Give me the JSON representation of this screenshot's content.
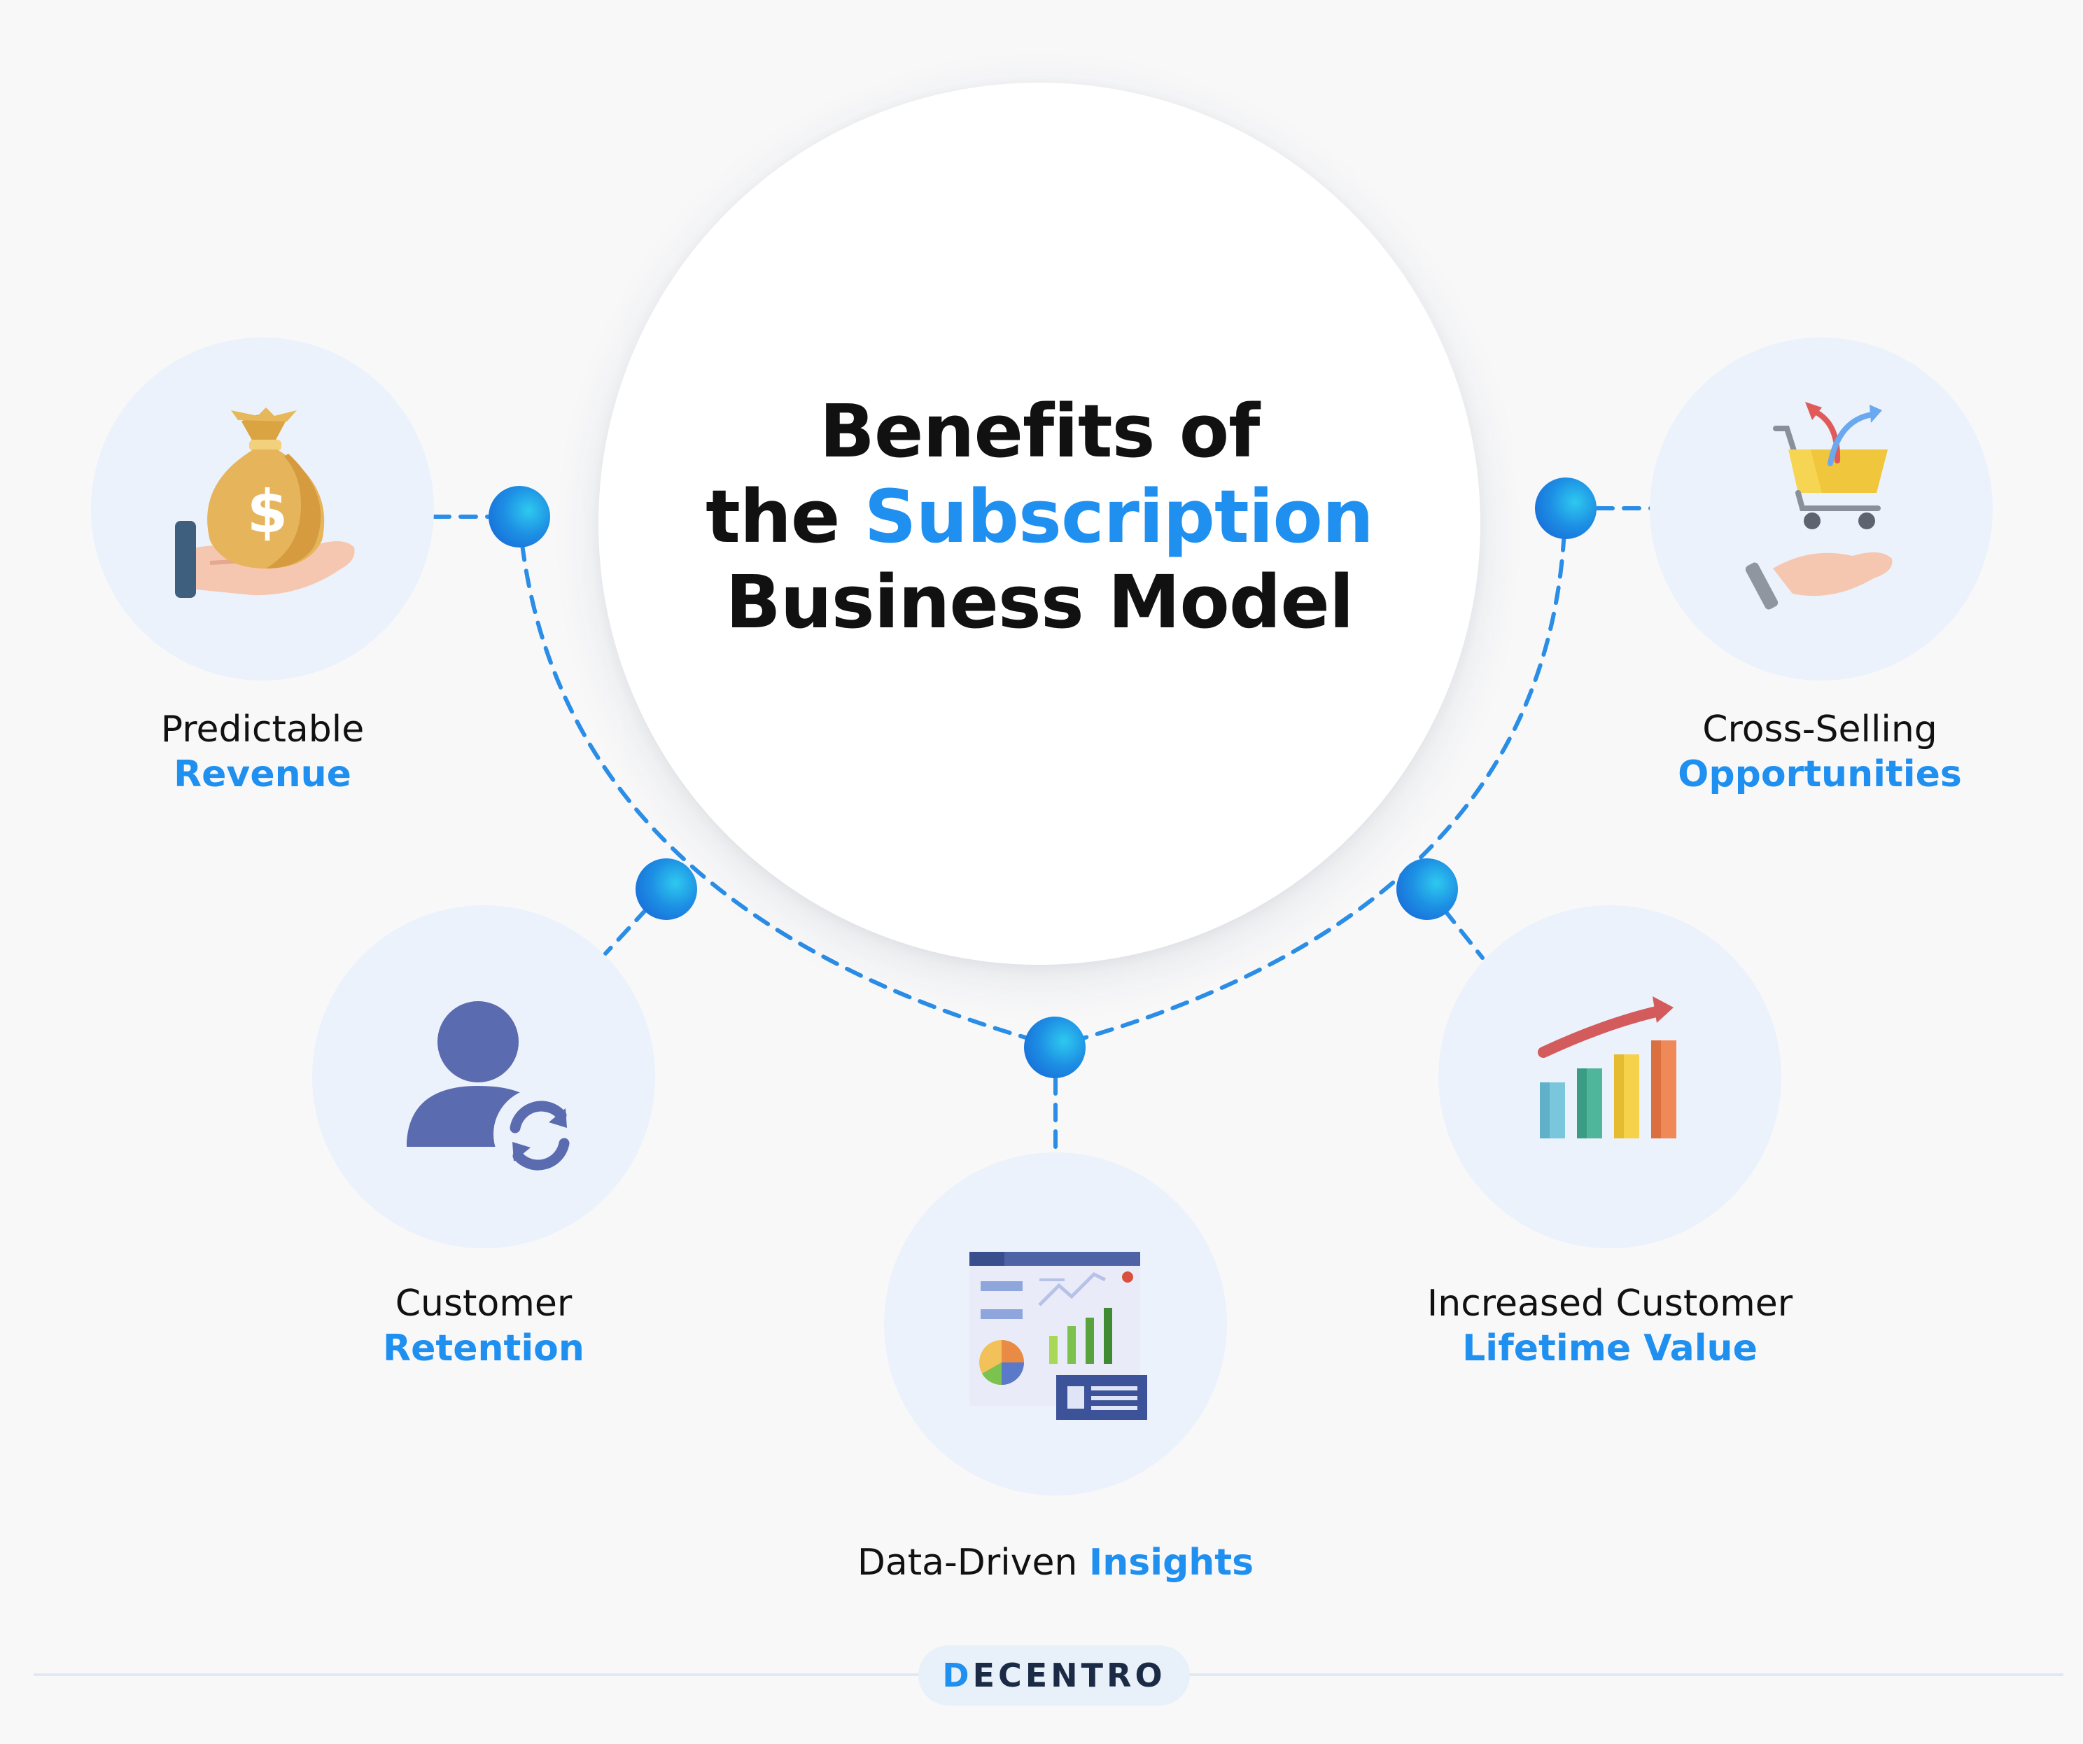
{
  "title": {
    "line1": "Benefits of",
    "line2_pre": "the ",
    "line2_accent": "Subscription",
    "line3": "Business Model"
  },
  "benefits": [
    {
      "line1": "Predictable",
      "line2": "Revenue",
      "icon": "money-bag-hand-icon"
    },
    {
      "line1": "Customer",
      "line2": "Retention",
      "icon": "user-refresh-icon"
    },
    {
      "line1": "Data-Driven ",
      "line2": "Insights",
      "icon": "analytics-dashboard-icon"
    },
    {
      "line1": "Increased Customer",
      "line2": "Lifetime Value",
      "icon": "growth-bar-chart-icon"
    },
    {
      "line1": "Cross-Selling",
      "line2": "Opportunities",
      "icon": "cart-hand-arrows-icon"
    }
  ],
  "brand": {
    "letter_d": "D",
    "rest": "ECENTRO"
  },
  "colors": {
    "accent": "#1f8ff0",
    "node_gradient_start": "#2ec9ef",
    "node_gradient_end": "#1560d4",
    "bubble": "#ebf2fb",
    "background": "#f8f8f9",
    "text": "#111111"
  }
}
